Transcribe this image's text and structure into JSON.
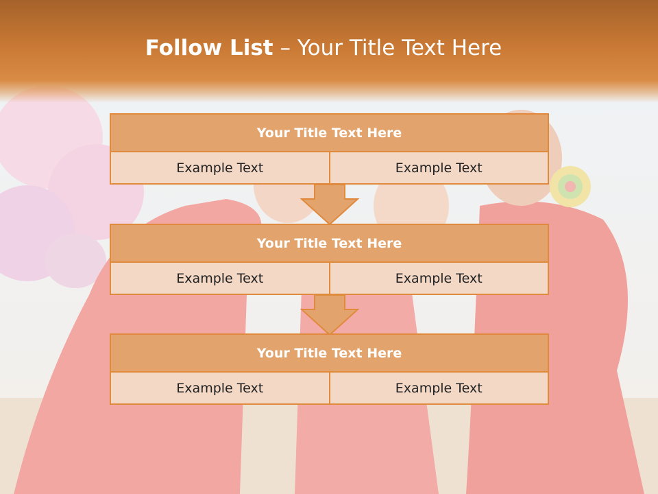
{
  "slide": {
    "title_bold": "Follow List",
    "title_rest": " – Your Title Text Here"
  },
  "steps": [
    {
      "title": "Your Title Text Here",
      "left": "Example Text",
      "right": "Example Text"
    },
    {
      "title": "Your Title Text Here",
      "left": "Example Text",
      "right": "Example Text"
    },
    {
      "title": "Your Title Text Here",
      "left": "Example Text",
      "right": "Example Text"
    }
  ],
  "colors": {
    "header": "#c97934",
    "block_title_fill": "#e3a36c",
    "block_cell_fill": "#f3d8c6",
    "border": "#e08a3e",
    "arrow": "#e3a36c"
  }
}
